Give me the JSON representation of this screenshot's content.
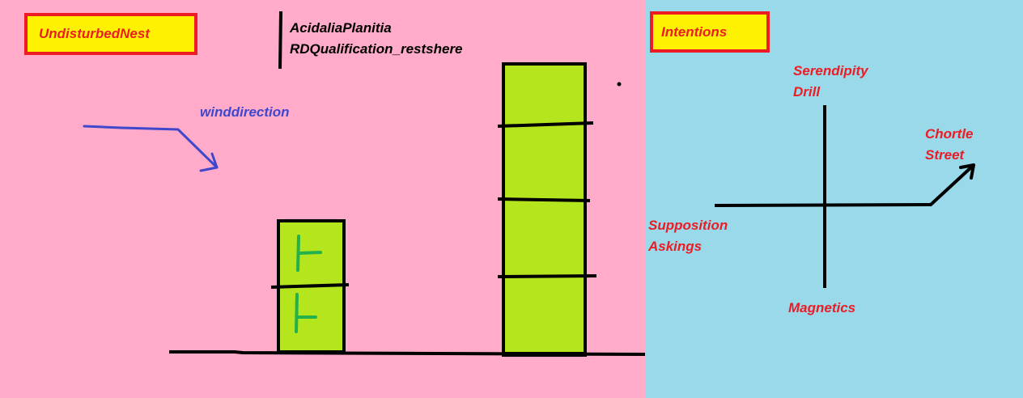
{
  "tags": {
    "nest": "UndisturbedNest",
    "intentions": "Intentions"
  },
  "location": {
    "line1": "AcidaliaPlanitia",
    "line2": "RDQualification_restshere"
  },
  "wind": {
    "label": "winddirection"
  },
  "axes": {
    "top_line1": "Serendipity",
    "top_line2": "Drill",
    "right_line1": "Chortle",
    "right_line2": "Street",
    "left_line1": "Supposition",
    "left_line2": "Askings",
    "bottom": "Magnetics"
  },
  "colors": {
    "left_bg": "#ffabc9",
    "right_bg": "#99d9ea",
    "tag_fill": "#fff200",
    "tag_border": "#ed1c24",
    "red_text": "#ed1c24",
    "wind_blue": "#3f48cc",
    "block_green": "#b5e61d",
    "mark_green": "#22b14c"
  },
  "icons": {
    "wind_arrow": "curved-arrow-icon",
    "growth_arrow": "up-right-arrow-icon"
  }
}
